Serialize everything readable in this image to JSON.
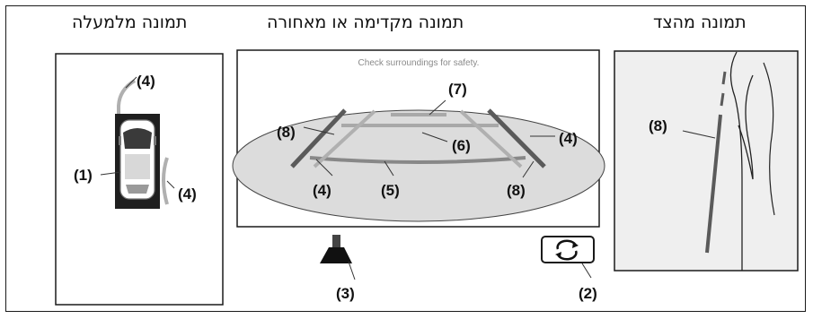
{
  "titles": {
    "top_view": "תמונה מלמעלה",
    "rear_view": "תמונה מקדימה או מאחורה",
    "side_view": "תמונה מהצד"
  },
  "screen_message": "Check surroundings for safety.",
  "callouts": {
    "c1": "(1)",
    "c2": "(2)",
    "c3": "(3)",
    "c4": "(4)",
    "c5": "(5)",
    "c6": "(6)",
    "c7": "(7)",
    "c8": "(8)"
  },
  "colors": {
    "guide_gray": "#a8a8a8",
    "guide_dark": "#5a5a5a",
    "panel_fill": "#efefef",
    "oval_fill": "#dcdcdc",
    "border": "#1a1a1a"
  },
  "icons": [
    "car-top-icon",
    "rear-camera-icon",
    "view-switch-icon"
  ]
}
